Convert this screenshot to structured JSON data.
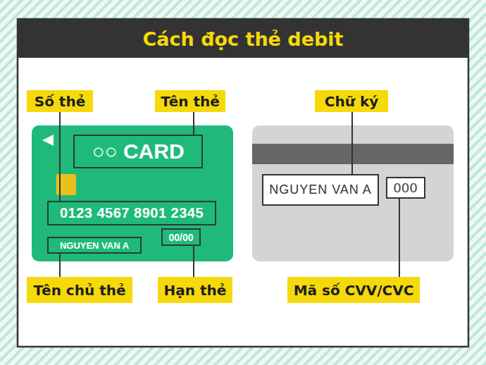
{
  "diagram": {
    "title": "Cách đọc thẻ debit",
    "nodes": [
      {
        "text": [
          "Số thẻ"
        ]
      },
      {
        "text": [
          "Tên thẻ"
        ]
      },
      {
        "text": [
          "Chữ ký"
        ]
      },
      {
        "text": [
          "○○ CARD"
        ]
      },
      {
        "text": [
          "0123 4567 8901 2345"
        ]
      },
      {
        "text": [
          "NGUYEN VAN A"
        ]
      },
      {
        "text": [
          "00/00"
        ]
      },
      {
        "text": [
          "NGUYEN VAN A"
        ]
      },
      {
        "text": [
          "000"
        ]
      },
      {
        "text": [
          "Tên chủ thẻ"
        ]
      },
      {
        "text": [
          "Hạn thẻ"
        ]
      },
      {
        "text": [
          "Mã số CVV/CVC"
        ]
      }
    ],
    "edges": [
      {
        "from": 0,
        "to": 4,
        "arrow": "none"
      },
      {
        "from": 1,
        "to": 3,
        "arrow": "none"
      },
      {
        "from": 2,
        "to": 7,
        "arrow": "none"
      },
      {
        "from": 9,
        "to": 5,
        "arrow": "none"
      },
      {
        "from": 10,
        "to": 6,
        "arrow": "none"
      },
      {
        "from": 11,
        "to": 8,
        "arrow": "none"
      }
    ]
  }
}
